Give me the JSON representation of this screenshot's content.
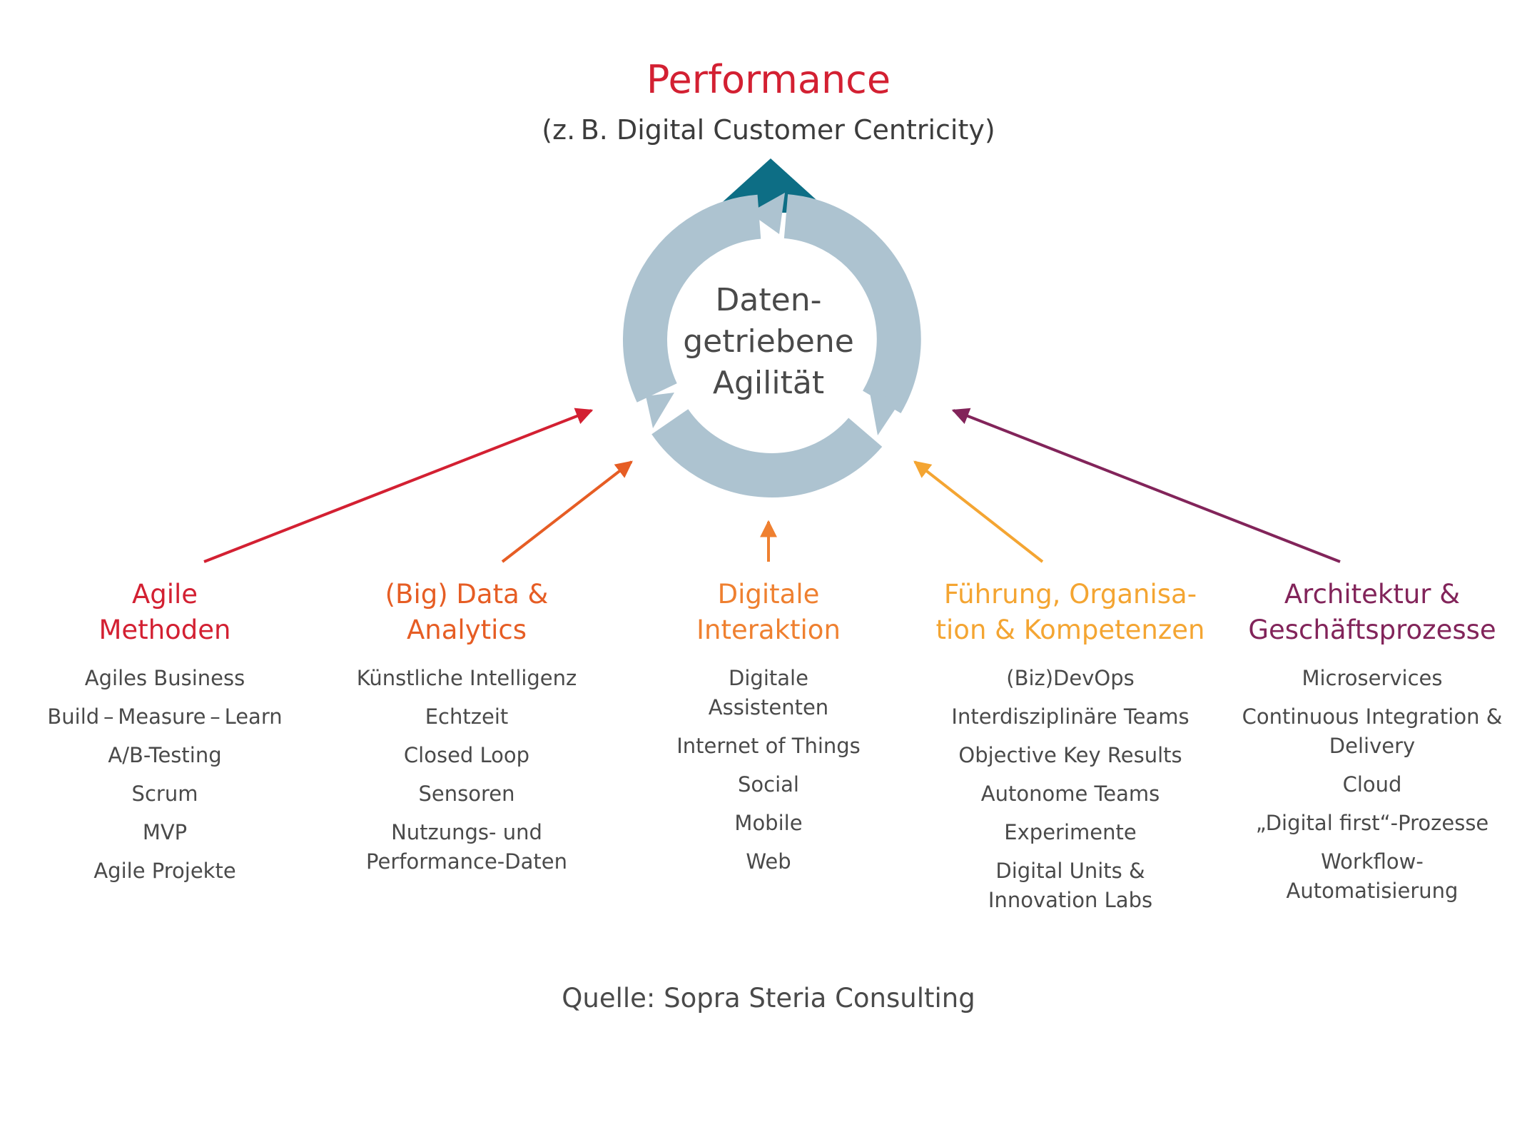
{
  "header": {
    "title": "Performance",
    "subtitle": "(z. B. Digital Customer Centricity)"
  },
  "center": {
    "lines": [
      "Daten-",
      "getriebene",
      "Agilität"
    ]
  },
  "columns": [
    {
      "heading": [
        "Agile",
        "Methoden"
      ],
      "color": "#d32032",
      "items": [
        "Agiles Business",
        "Build – Measure – Learn",
        "A/B-Testing",
        "Scrum",
        "MVP",
        "Agile Projekte"
      ]
    },
    {
      "heading": [
        "(Big) Data &",
        "Analytics"
      ],
      "color": "#e65d24",
      "items": [
        "Künstliche Intelligenz",
        "Echtzeit",
        "Closed Loop",
        "Sensoren",
        "Nutzungs- und\nPerformance-Daten"
      ]
    },
    {
      "heading": [
        "Digitale",
        "Interaktion"
      ],
      "color": "#ef8030",
      "items": [
        "Digitale\nAssistenten",
        "Internet of Things",
        "Social",
        "Mobile",
        "Web"
      ]
    },
    {
      "heading": [
        "Führung, Organisa-",
        "tion & Kompetenzen"
      ],
      "color": "#f4a532",
      "items": [
        "(Biz)DevOps",
        "Interdisziplinäre Teams",
        "Objective Key Results",
        "Autonome Teams",
        "Experimente",
        "Digital Units &\nInnovation Labs"
      ]
    },
    {
      "heading": [
        "Architektur &",
        "Geschäftsprozesse"
      ],
      "color": "#82245a",
      "items": [
        "Microservices",
        "Continuous Integration &\nDelivery",
        "Cloud",
        "„Digital first“-Prozesse",
        "Workflow-\nAutomatisierung"
      ]
    }
  ],
  "colors": {
    "cycle": "#adc3d0",
    "top_arrow": "#0d6e85",
    "title": "#d32032"
  },
  "source": "Quelle: Sopra Steria Consulting"
}
